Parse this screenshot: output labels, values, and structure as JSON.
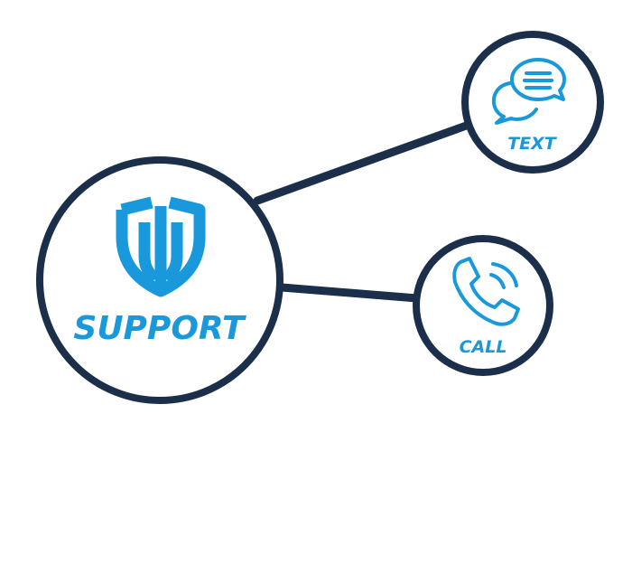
{
  "colors": {
    "outline": "#1b2f4b",
    "accent": "#1a98dc",
    "background": "#ffffff"
  },
  "main_node": {
    "label": "SUPPORT",
    "icon": "shield-logo-icon"
  },
  "channels": [
    {
      "label": "TEXT",
      "icon": "chat-bubbles-icon"
    },
    {
      "label": "CALL",
      "icon": "phone-call-icon"
    }
  ]
}
